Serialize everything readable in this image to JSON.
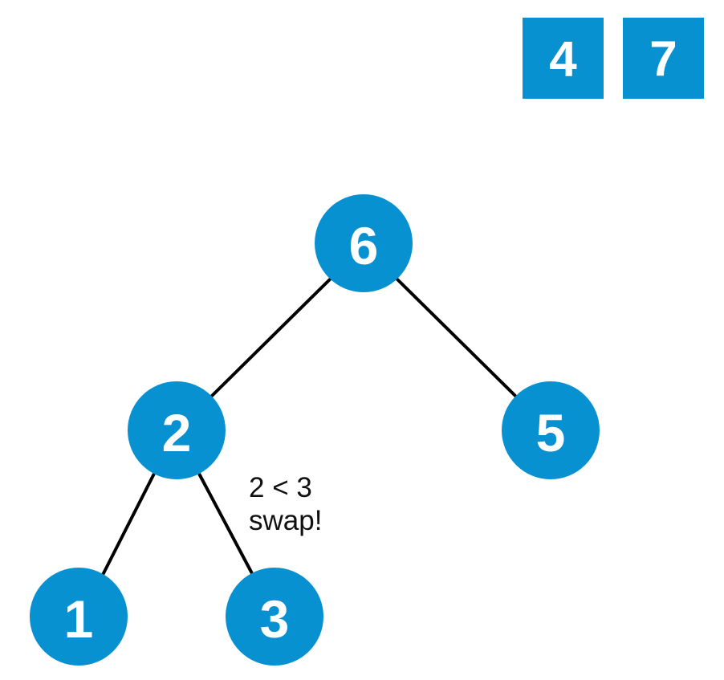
{
  "colors": {
    "node_fill": "#0891d1",
    "box_fill": "#0891d1",
    "edge": "#000000",
    "text_on_fill": "#ffffff",
    "annotation_text": "#111111"
  },
  "array_boxes": [
    "4",
    "7"
  ],
  "tree": {
    "nodes": {
      "root": "6",
      "left": "2",
      "right": "5",
      "left_left": "1",
      "left_right": "3"
    },
    "edges": [
      [
        "root",
        "left"
      ],
      [
        "root",
        "right"
      ],
      [
        "left",
        "left_left"
      ],
      [
        "left",
        "left_right"
      ]
    ]
  },
  "annotation": {
    "line1": "2 < 3",
    "line2": "swap!"
  }
}
